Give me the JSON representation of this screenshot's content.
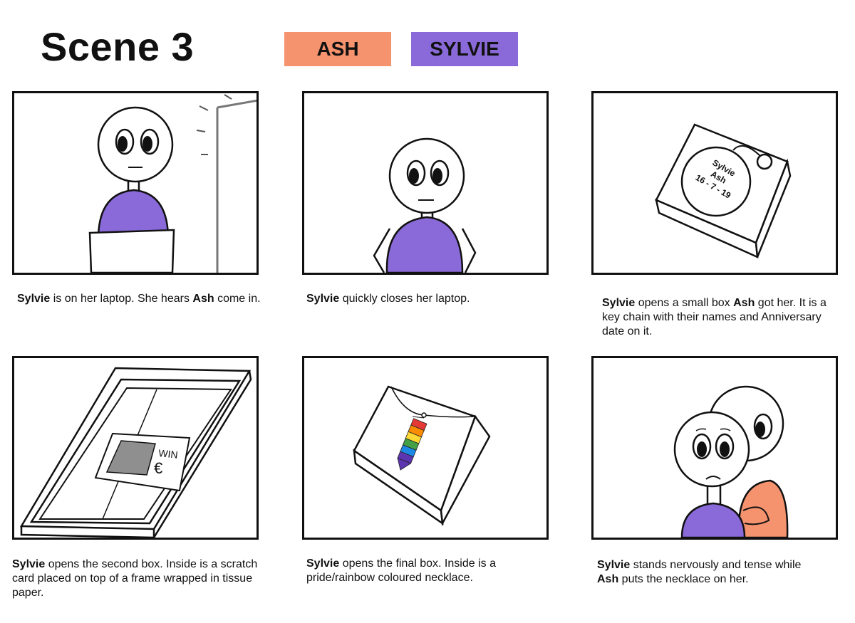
{
  "title": "Scene 3",
  "legend": {
    "ash": {
      "label": "ASH",
      "color": "#f5936f"
    },
    "sylvie": {
      "label": "SYLVIE",
      "color": "#8a6ad8"
    }
  },
  "panels": [
    {
      "caption": [
        {
          "text": "Sylvie",
          "bold": true
        },
        {
          "text": " is on her laptop. She hears ",
          "bold": false
        },
        {
          "text": "Ash",
          "bold": true
        },
        {
          "text": " come in.",
          "bold": false
        }
      ]
    },
    {
      "caption": [
        {
          "text": "Sylvie",
          "bold": true
        },
        {
          "text": " quickly closes her laptop.",
          "bold": false
        }
      ]
    },
    {
      "keychain_text": [
        "Sylvie",
        "Ash",
        "16 - 7 - 19"
      ],
      "caption": [
        {
          "text": "Sylvie",
          "bold": true
        },
        {
          "text": " opens a small box ",
          "bold": false
        },
        {
          "text": "Ash",
          "bold": true
        },
        {
          "text": " got her. It is a key chain with their names and Anniversary date on it.",
          "bold": false
        }
      ]
    },
    {
      "scratch_card": {
        "win_label": "WIN",
        "currency": "€"
      },
      "caption": [
        {
          "text": "Sylvie",
          "bold": true
        },
        {
          "text": " opens the second box. Inside is a scratch card placed on top of a frame wrapped in tissue paper.",
          "bold": false
        }
      ]
    },
    {
      "rainbow_colors": [
        "#e53935",
        "#fb8c00",
        "#fdd835",
        "#43a047",
        "#1e88e5",
        "#5e35b1"
      ],
      "caption": [
        {
          "text": "Sylvie",
          "bold": true
        },
        {
          "text": " opens the final box. Inside is a pride/rainbow coloured necklace.",
          "bold": false
        }
      ]
    },
    {
      "caption": [
        {
          "text": "Sylvie",
          "bold": true
        },
        {
          "text": " stands nervously and tense while ",
          "bold": false
        },
        {
          "text": "Ash",
          "bold": true
        },
        {
          "text": " puts the necklace on her.",
          "bold": false
        }
      ]
    }
  ]
}
